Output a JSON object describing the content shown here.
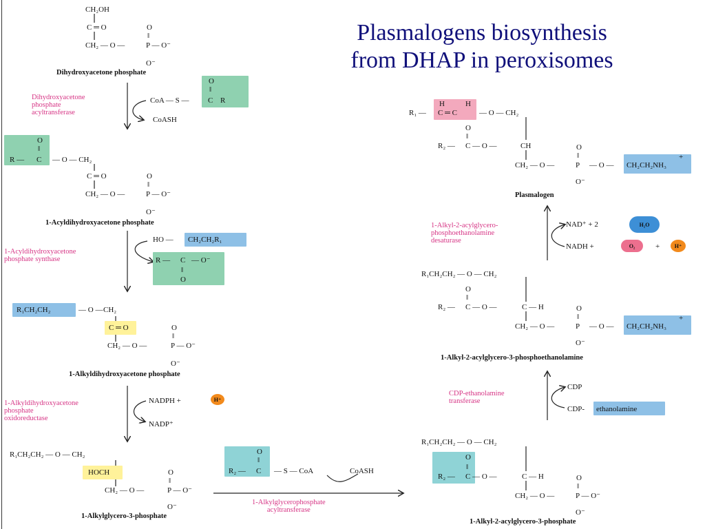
{
  "title": {
    "line1": "Plasmalogens biosynthesis",
    "line2": "from DHAP in peroxisomes"
  },
  "compounds": {
    "dhap": "Dihydroxyacetone phosphate",
    "acyl_dhap": "1-Acyldihydroxyacetone phosphate",
    "alkyl_dhap": "1-Alkyldihydroxyacetone phosphate",
    "alkylglycero_p": "1-Alkylglycero-3-phosphate",
    "alkyl_acylglycero_p": "1-Alkyl-2-acylglycero-3-phosphate",
    "alkyl_acylglycero_pe": "1-Alkyl-2-acylglycero-3-phosphoethanolamine",
    "plasmalogen": "Plasmalogen"
  },
  "enzymes": {
    "e1": "Dihydroxyacetone\nphosphate\nacyltransferase",
    "e2": "1-Acyldihydroxyacetone\nphosphate synthase",
    "e3": "1-Alkyldihydroxyacetone\nphosphate\noxidoreductase",
    "e4": "1-Alkylglycerophosphate\nacyltransferase",
    "e5": "CDP-ethanolamine\ntransferase",
    "e6": "1-Alkyl-2-acylglycero-\nphosphoethanolamine\ndesaturase"
  },
  "reagents": {
    "coa_s": "CoA — S —",
    "coash": "CoASH",
    "ho": "HO —",
    "ch2ch2r1": "CH₂CH₂R₁",
    "nadph": "NADPH  +",
    "nadp": "NADP⁺",
    "s_coa": "— S — CoA",
    "cdp": "CDP",
    "cdp_dash": "CDP-",
    "ethanolamine": "ethanolamine",
    "nad_plus": "NAD⁺  +  2",
    "nadh_plus": "NADH  +",
    "plus": "+",
    "h_plus": "H⁺",
    "h2o": "H₂O",
    "o2": "O₂"
  },
  "groups": {
    "ch2oh": "CH₂OH",
    "c_eq_o": "C ═ O",
    "ch2_o": "CH₂ — O —",
    "p": "P",
    "p_o_minus": "P — O⁻",
    "o_minus": "O⁻",
    "o": "O",
    "dbl": "‖",
    "r": "R",
    "r_minus": "R —",
    "r2_minus": "R₂ —",
    "c": "C",
    "minus_o_ch2": "— O — CH₂",
    "o_ch2": "O — CH₂",
    "r1ch2ch2": "R₁CH₂CH₂",
    "r1ch2ch2_o_ch2": "R₁CH₂CH₂ — O — CH₂",
    "r1ch2ch2_o_ch2_b": "R₁CH₂CH₂ — O — CH₂",
    "hoch": "HOCH",
    "ch2": "CH₂",
    "ch": "CH",
    "c_h": "C — H",
    "c_o": "C — O —",
    "c_o_minus": "— O⁻",
    "ch2ch2nh3": "CH₂CH₂NH₃",
    "nh3plus": "+",
    "r1_minus": "R₁ —",
    "h": "H",
    "c_eq_c": "C ═ C",
    "o_minus_o": "— O —",
    "o_dash": "— O —"
  }
}
